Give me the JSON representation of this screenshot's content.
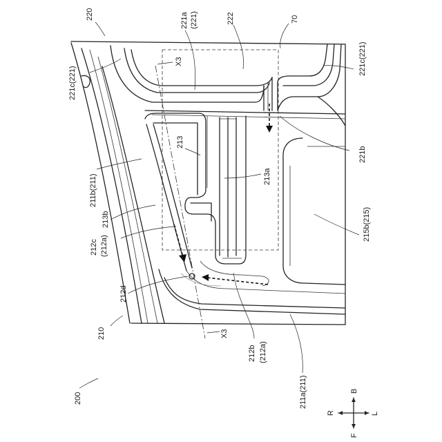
{
  "labels": {
    "l220": "220",
    "l222": "222",
    "l221a": "221a",
    "l221a_p": "(221)",
    "l70": "70",
    "lX3_top": "X3",
    "l221c_left": "221c(221)",
    "l221c_right": "221c(221)",
    "l221b": "221b",
    "l213": "213",
    "l211b": "211b(211)",
    "l213a": "213a",
    "l213b": "213b",
    "l212c": "212c",
    "l212c_p": "(212a)",
    "l215b": "215b(215)",
    "l212d": "212d",
    "l210": "210",
    "lX3_bottom": "X3",
    "l212b": "212b",
    "l212b_p": "(212a)",
    "l211a": "211a(211)",
    "l200": "200"
  },
  "compass": {
    "b": "B",
    "r": "R",
    "l": "L",
    "f": "F"
  },
  "colors": {
    "line": "#222222",
    "background": "#ffffff"
  }
}
